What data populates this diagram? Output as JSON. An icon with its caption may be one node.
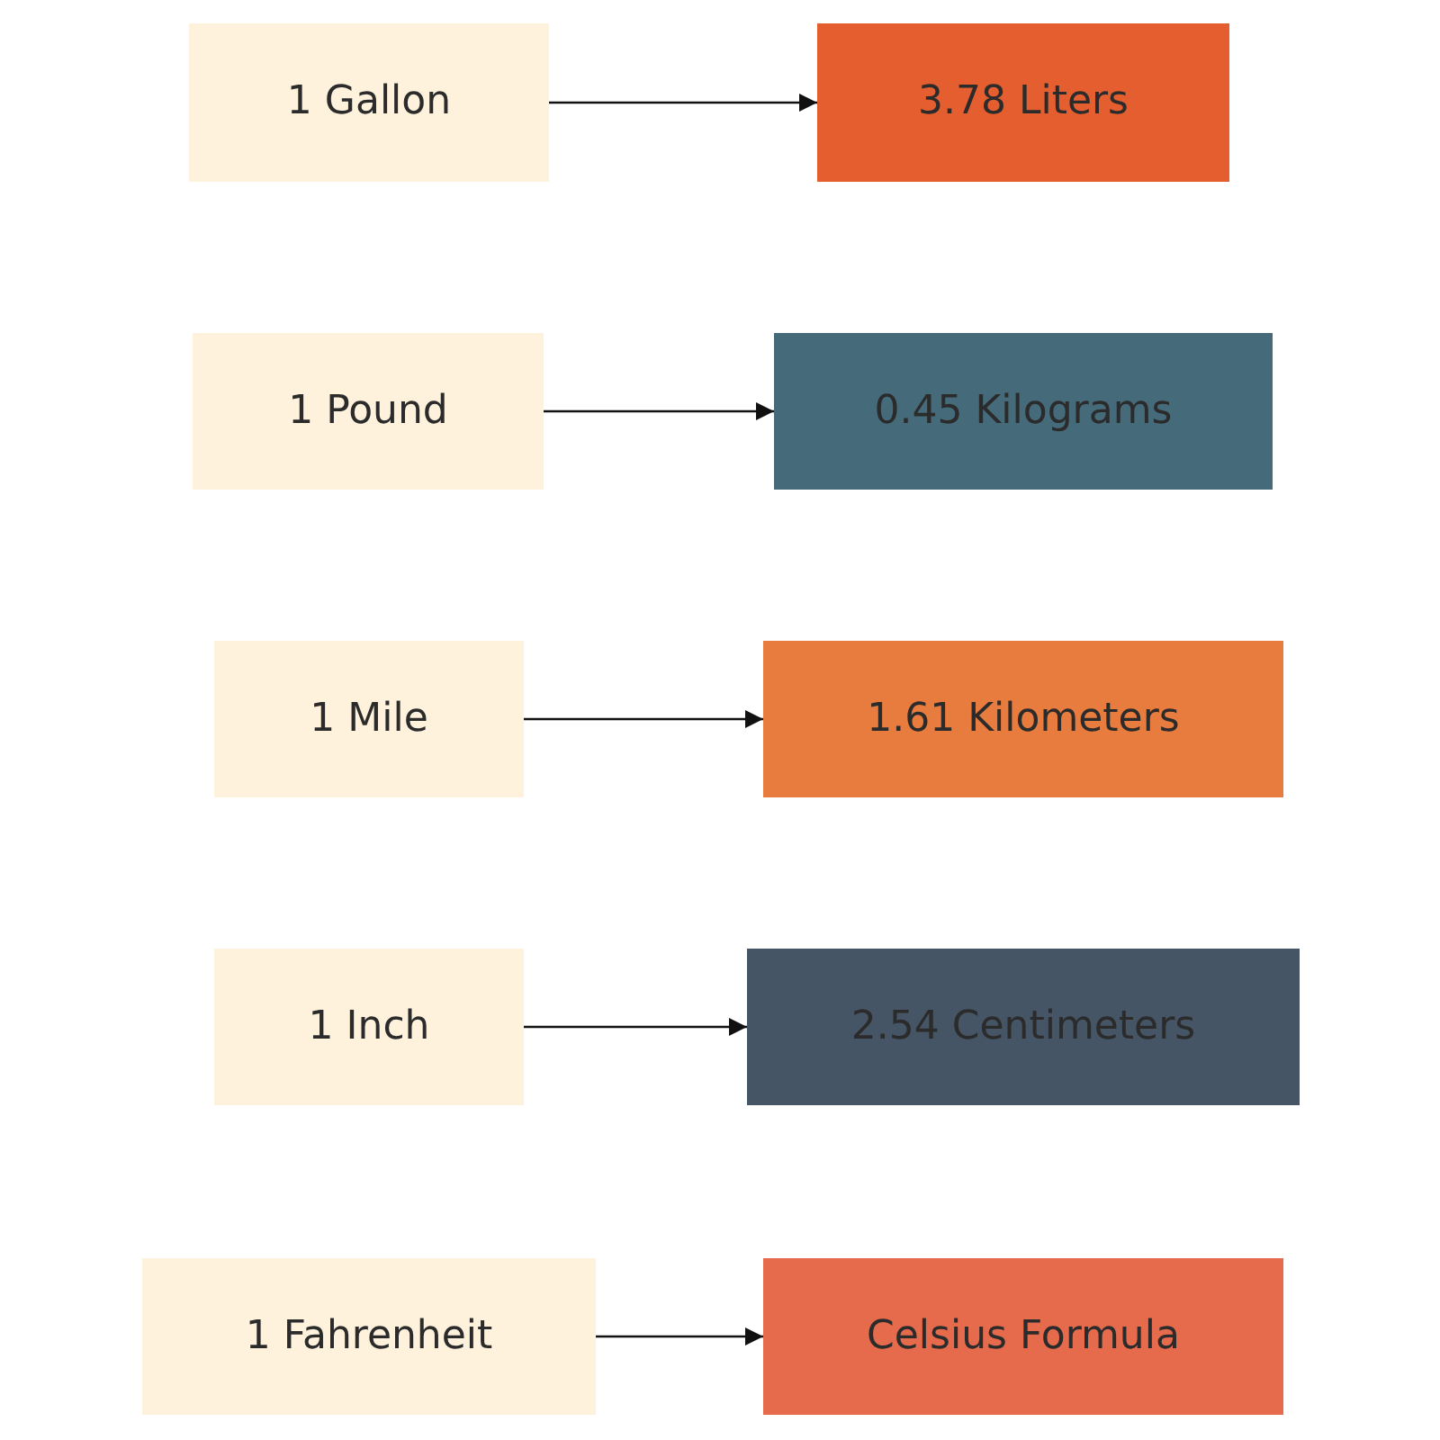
{
  "diagram": {
    "nodes": [
      {
        "text": [
          "1 Gallon"
        ]
      },
      {
        "text": [
          "3.78 Liters"
        ]
      },
      {
        "text": [
          "1 Pound"
        ]
      },
      {
        "text": [
          "0.45 Kilograms"
        ]
      },
      {
        "text": [
          "1 Mile"
        ]
      },
      {
        "text": [
          "1.61 Kilometers"
        ]
      },
      {
        "text": [
          "1 Inch"
        ]
      },
      {
        "text": [
          "2.54 Centimeters"
        ]
      },
      {
        "text": [
          "1 Fahrenheit"
        ]
      },
      {
        "text": [
          "Celsius Formula"
        ]
      }
    ],
    "edges": [
      {
        "from": 0,
        "to": 1,
        "arrow": "to"
      },
      {
        "from": 2,
        "to": 3,
        "arrow": "to"
      },
      {
        "from": 4,
        "to": 5,
        "arrow": "to"
      },
      {
        "from": 6,
        "to": 7,
        "arrow": "to"
      },
      {
        "from": 8,
        "to": 9,
        "arrow": "to"
      }
    ]
  }
}
